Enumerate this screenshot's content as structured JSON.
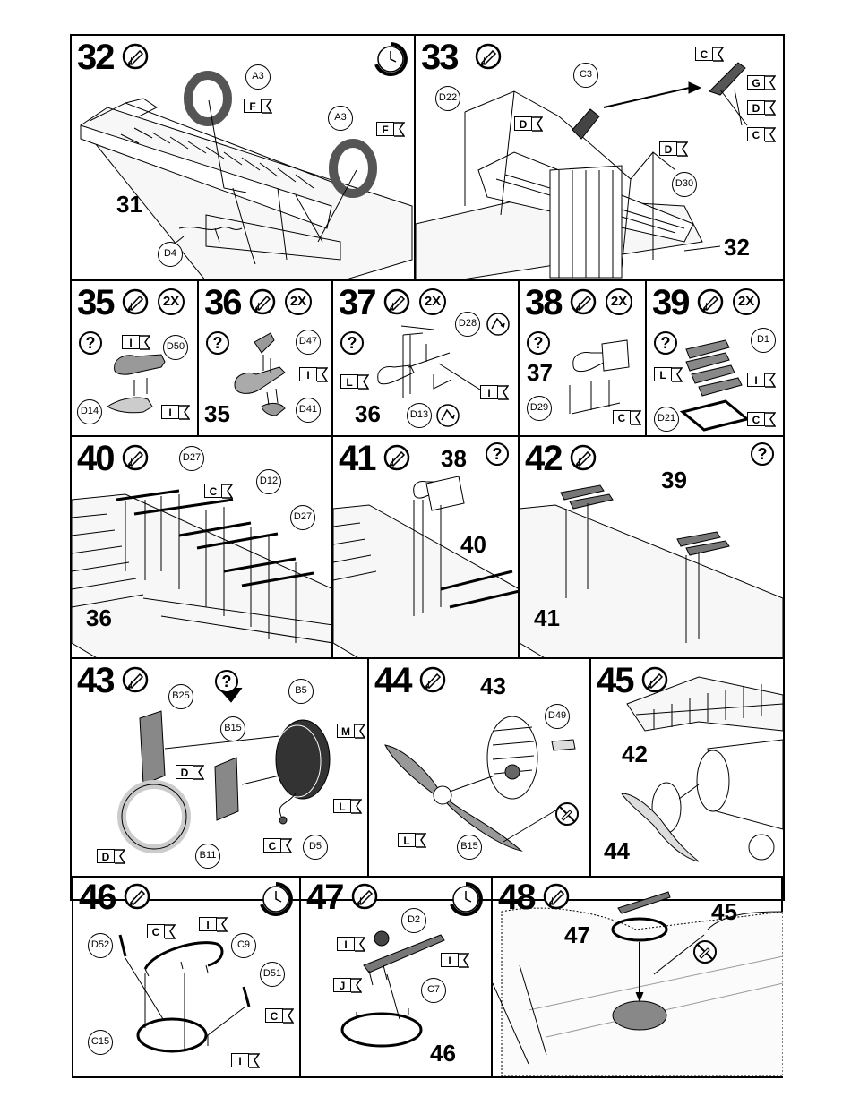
{
  "panels": [
    {
      "step": "32",
      "parts": [
        "A3",
        "A3",
        "D4"
      ],
      "flags": [
        "F",
        "F"
      ],
      "callouts": [
        "31"
      ]
    },
    {
      "step": "33",
      "parts": [
        "D22",
        "C3",
        "D30"
      ],
      "flags": [
        "D",
        "D",
        "C",
        "G",
        "D",
        "C"
      ],
      "callouts": [
        "32"
      ]
    },
    {
      "step": "35",
      "multiplier": "2X",
      "help": "?",
      "parts": [
        "D50",
        "D14"
      ],
      "flags": [
        "I",
        "I"
      ]
    },
    {
      "step": "36",
      "multiplier": "2X",
      "help": "?",
      "parts": [
        "D47",
        "D41"
      ],
      "flags": [
        "I"
      ],
      "callouts": [
        "35"
      ]
    },
    {
      "step": "37",
      "multiplier": "2X",
      "help": "?",
      "parts": [
        "D28",
        "D13"
      ],
      "flags": [
        "L",
        "I"
      ],
      "callouts": [
        "36"
      ]
    },
    {
      "step": "38",
      "multiplier": "2X",
      "help": "?",
      "parts": [
        "D29"
      ],
      "flags": [
        "C"
      ],
      "callouts": [
        "37"
      ]
    },
    {
      "step": "39",
      "multiplier": "2X",
      "help": "?",
      "parts": [
        "D1",
        "D21"
      ],
      "flags": [
        "L",
        "I",
        "C"
      ]
    },
    {
      "step": "40",
      "parts": [
        "D27",
        "D12",
        "D27"
      ],
      "flags": [
        "C"
      ],
      "callouts": [
        "36"
      ]
    },
    {
      "step": "41",
      "help": "?",
      "callouts": [
        "38",
        "40"
      ]
    },
    {
      "step": "42",
      "help": "?",
      "callouts": [
        "39",
        "41"
      ]
    },
    {
      "step": "43",
      "help": "?",
      "parts": [
        "B25",
        "B5",
        "B15",
        "D5",
        "B11"
      ],
      "flags": [
        "M",
        "D",
        "L",
        "C",
        "D"
      ]
    },
    {
      "step": "44",
      "parts": [
        "D49",
        "B15"
      ],
      "flags": [
        "L"
      ],
      "callouts": [
        "43"
      ]
    },
    {
      "step": "45",
      "callouts": [
        "42",
        "44"
      ]
    },
    {
      "step": "46",
      "parts": [
        "D52",
        "C9",
        "D51",
        "C15"
      ],
      "flags": [
        "C",
        "I",
        "C",
        "I"
      ]
    },
    {
      "step": "47",
      "parts": [
        "D2",
        "C7"
      ],
      "flags": [
        "I",
        "I",
        "J"
      ],
      "callouts": [
        "46"
      ]
    },
    {
      "step": "48",
      "callouts": [
        "45",
        "47"
      ]
    }
  ],
  "icons": {
    "glue": "glue-tube-icon",
    "clock": "drying-time-clock-icon",
    "help": "question-icon",
    "no_glue": "no-glue-icon",
    "bend": "bend-icon"
  }
}
